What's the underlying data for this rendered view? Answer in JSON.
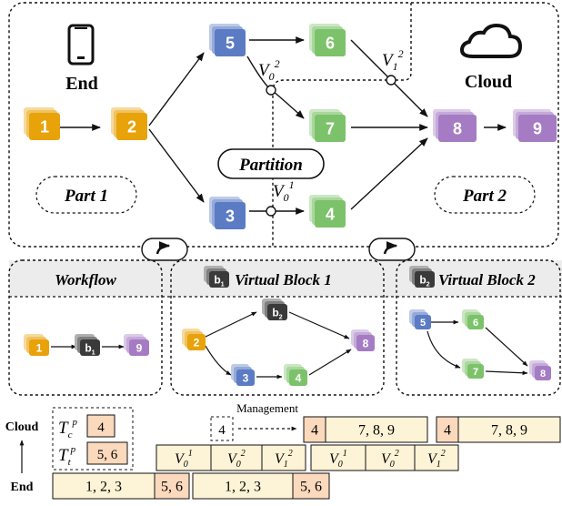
{
  "top": {
    "end_label": "End",
    "cloud_label": "Cloud",
    "part1_label": "Part 1",
    "part2_label": "Part 2",
    "partition_label": "Partition",
    "v02": {
      "base": "V",
      "sub": "0",
      "sup": "2"
    },
    "v01": {
      "base": "V",
      "sub": "0",
      "sup": "1"
    },
    "v12": {
      "base": "V",
      "sub": "1",
      "sup": "2"
    },
    "nodes": {
      "n1": "1",
      "n2": "2",
      "n3": "3",
      "n4": "4",
      "n5": "5",
      "n6": "6",
      "n7": "7",
      "n8": "8",
      "n9": "9"
    }
  },
  "panels": {
    "workflow": {
      "title": "Workflow",
      "nodes": {
        "a": "1",
        "b": "b",
        "b_sub": "1",
        "c": "9"
      }
    },
    "vb1": {
      "title": "Virtual Block 1",
      "icon": "b",
      "icon_sub": "1",
      "nodes": {
        "n2": "2",
        "nb2": "b",
        "nb2_sub": "2",
        "n8": "8",
        "n3": "3",
        "n4": "4"
      }
    },
    "vb2": {
      "title": "Virtual Block 2",
      "icon": "b",
      "icon_sub": "2",
      "nodes": {
        "n5": "5",
        "n6": "6",
        "n7": "7",
        "n8": "8"
      }
    }
  },
  "bottom": {
    "cloud_label": "Cloud",
    "end_label": "End",
    "management_label": "Management",
    "tc": {
      "base": "T",
      "sub": "c",
      "sup": "p",
      "value": "4"
    },
    "tt": {
      "base": "T",
      "sub": "t",
      "sup": "p",
      "value": "5, 6"
    },
    "mgmt_box": "4",
    "cloud_row": [
      {
        "a": "4",
        "b": "7, 8, 9"
      },
      {
        "a": "4",
        "b": "7, 8, 9"
      }
    ],
    "v_row": [
      {
        "base": "V",
        "sub": "0",
        "sup": "1"
      },
      {
        "base": "V",
        "sub": "0",
        "sup": "2"
      },
      {
        "base": "V",
        "sub": "1",
        "sup": "2"
      },
      {
        "base": "V",
        "sub": "0",
        "sup": "1"
      },
      {
        "base": "V",
        "sub": "0",
        "sup": "2"
      },
      {
        "base": "V",
        "sub": "1",
        "sup": "2"
      }
    ],
    "end_row": [
      {
        "a": "1, 2, 3",
        "b": "5, 6"
      },
      {
        "a": "1, 2, 3",
        "b": "5, 6"
      }
    ]
  },
  "colors": {
    "orange": "#e8a20a",
    "blue": "#5b7bc4",
    "green": "#7cc26a",
    "purple": "#a57cc4",
    "dark": "#3a3a3a",
    "peach": "#fbd9bd",
    "cream": "#fdf3d6"
  }
}
